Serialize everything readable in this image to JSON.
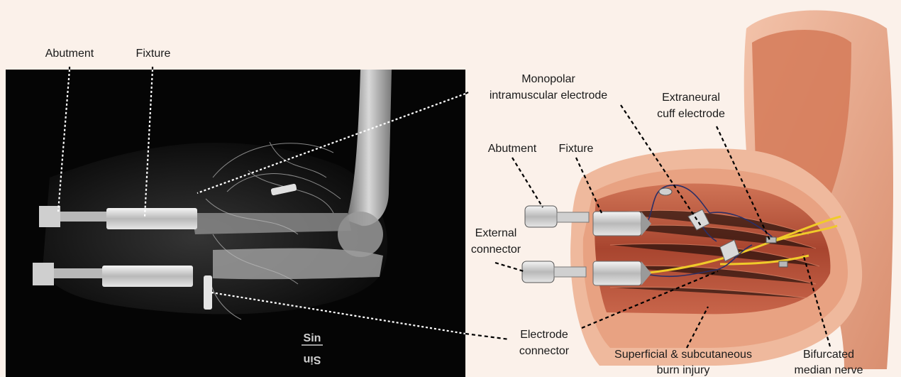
{
  "xray": {
    "marker_top": "Sin",
    "marker_bottom": "Sin"
  },
  "labels": {
    "xray_abutment": "Abutment",
    "xray_fixture": "Fixture",
    "monopolar_line1": "Monopolar",
    "monopolar_line2": "intramuscular electrode",
    "cuff_line1": "Extraneural",
    "cuff_line2": "cuff electrode",
    "diagram_abutment": "Abutment",
    "diagram_fixture": "Fixture",
    "external_line1": "External",
    "external_line2": "connector",
    "electrode_line1": "Electrode",
    "electrode_line2": "connector",
    "burn_line1": "Superficial & subcutaneous",
    "burn_line2": "burn injury",
    "nerve_line1": "Bifurcated",
    "nerve_line2": "median nerve"
  },
  "colors": {
    "background": "#fbf1ea",
    "xray_bg": "#050505",
    "skin": "#e9a889",
    "muscle": "#b9533a",
    "nerve": "#e8c62a",
    "wire": "#2b2f66"
  }
}
